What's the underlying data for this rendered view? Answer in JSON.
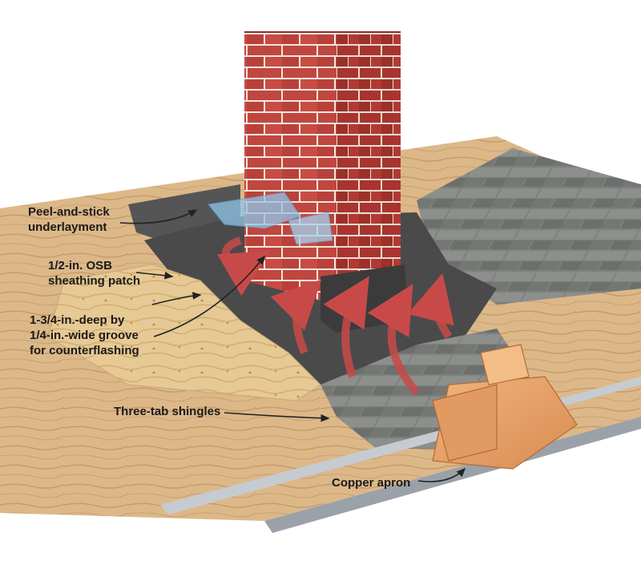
{
  "labels": {
    "underlayment": {
      "line1": "Peel-and-stick",
      "line2": "underlayment"
    },
    "osb": {
      "line1": "1/2-in. OSB",
      "line2": "sheathing patch"
    },
    "groove": {
      "line1": "1-3/4-in.-deep by",
      "line2": "1/4-in.-wide groove",
      "line3": "for counterflashing"
    },
    "shingles": {
      "line1": "Three-tab shingles"
    },
    "apron": {
      "line1": "Copper apron"
    }
  },
  "colors": {
    "brick": "#c0473f",
    "mortar": "#f1e7df",
    "osb": "#e6c994",
    "underlayment": "#4a4a4a",
    "shingle": "#7b7d7a",
    "copper": "#e7a36c",
    "arrow": "#c84a48",
    "flashing": "#8fc6ea"
  }
}
